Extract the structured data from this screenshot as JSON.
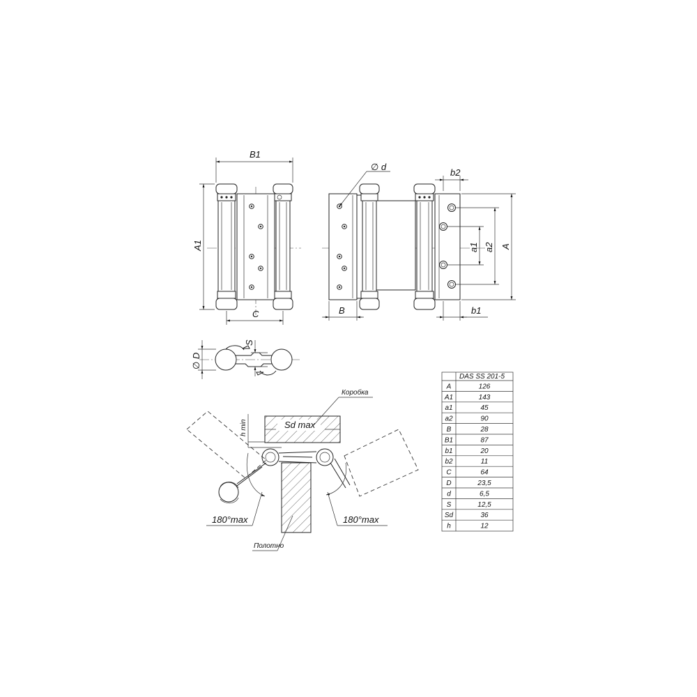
{
  "labels": {
    "b1_top": "B1",
    "a1_left": "A1",
    "c_bottom": "C",
    "phi_d": "∅ d",
    "b2": "b2",
    "a1": "a1",
    "a2": "a2",
    "a": "A",
    "b": "B",
    "b1": "b1",
    "phi_D": "∅ D",
    "s": "S",
    "korobka": "Коробка",
    "sd_max": "Sd max",
    "h_min": "h min",
    "angle_left": "180°max",
    "angle_right": "180°max",
    "polotno": "Полотно"
  },
  "spec_table": {
    "model": "DAS SS 201-5",
    "rows": [
      {
        "param": "A",
        "value": "126"
      },
      {
        "param": "A1",
        "value": "143"
      },
      {
        "param": "a1",
        "value": "45"
      },
      {
        "param": "a2",
        "value": "90"
      },
      {
        "param": "B",
        "value": "28"
      },
      {
        "param": "B1",
        "value": "87"
      },
      {
        "param": "b1",
        "value": "20"
      },
      {
        "param": "b2",
        "value": "11"
      },
      {
        "param": "C",
        "value": "64"
      },
      {
        "param": "D",
        "value": "23,5"
      },
      {
        "param": "d",
        "value": "6,5"
      },
      {
        "param": "S",
        "value": "12,5"
      },
      {
        "param": "Sd",
        "value": "36"
      },
      {
        "param": "h",
        "value": "12"
      }
    ]
  }
}
